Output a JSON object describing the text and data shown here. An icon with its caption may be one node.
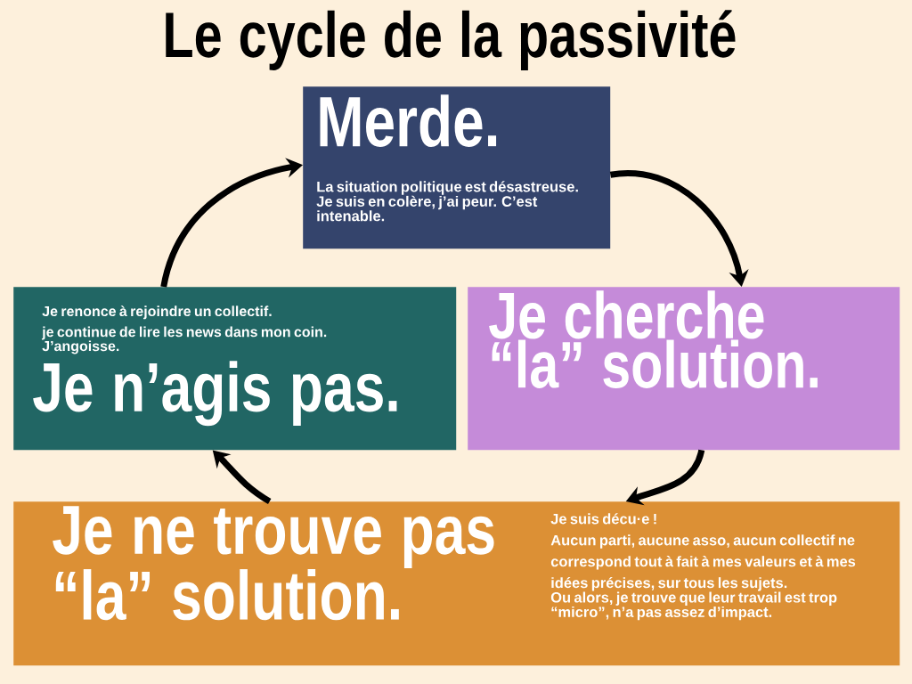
{
  "diagram": {
    "title": "Le cycle de la passivité",
    "nodes": [
      {
        "text": [
          "Merde.",
          "La situation politique est désastreuse. Je suis en colère, j’ai peur. C’est intenable."
        ]
      },
      {
        "text": [
          "Je cherche “la” solution."
        ]
      },
      {
        "text": [
          "Je ne trouve pas “la” solution.",
          "Je suis décu·e !",
          "Aucun parti, aucune asso, aucun collectif ne correspond tout à fait à mes valeurs et à mes idées précises, sur tous les sujets.",
          "Ou alors, je trouve que leur travail est trop “micro”, n’a pas assez d’impact."
        ]
      },
      {
        "text": [
          "Je renonce à rejoindre un collectif.",
          "je continue de lire les news dans mon coin.",
          "J’angoisse.",
          "Je n’agis pas."
        ]
      }
    ],
    "edges": [
      {
        "from": 0,
        "to": 1,
        "arrow": "to"
      },
      {
        "from": 1,
        "to": 2,
        "arrow": "to"
      },
      {
        "from": 2,
        "to": 3,
        "arrow": "to"
      },
      {
        "from": 3,
        "to": 0,
        "arrow": "to"
      }
    ]
  }
}
